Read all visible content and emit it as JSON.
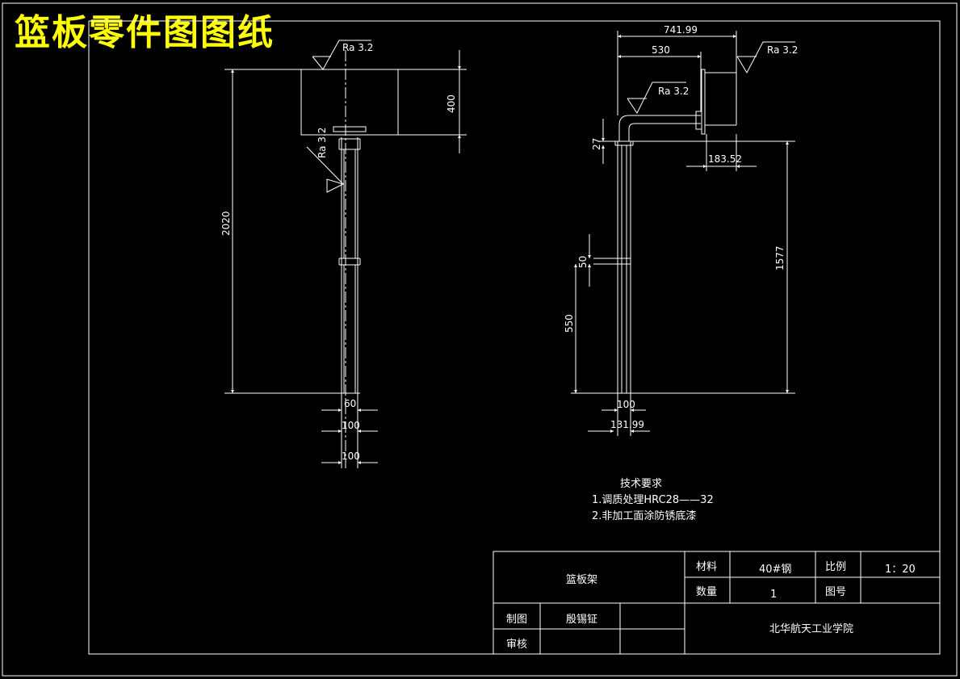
{
  "page": {
    "title": "篮板零件图图纸"
  },
  "left_view": {
    "roughness_top": "Ra 3.2",
    "roughness_side": "Ra 3.2",
    "dim_board_height": "400",
    "dim_total_height": "2020",
    "dim_width_60": "60",
    "dim_width_100_a": "100",
    "dim_width_100_b": "100"
  },
  "right_view": {
    "dim_overall": "741.99",
    "dim_arm": "530",
    "roughness_right": "Ra 3.2",
    "roughness_bend": "Ra 3.2",
    "dim_27": "27",
    "dim_183": "183.52",
    "dim_1577": "1577",
    "dim_50": "50",
    "dim_550": "550",
    "dim_100": "100",
    "dim_131": "131.99"
  },
  "tech_notes": {
    "heading": "技术要求",
    "items": [
      "1.调质处理HRC28——32",
      "2.非加工面涂防锈底漆"
    ]
  },
  "title_block": {
    "part_name": "篮板架",
    "material_label": "材料",
    "material_value": "40#钢",
    "scale_label": "比例",
    "scale_value": "1：20",
    "quantity_label": "数量",
    "quantity_value": "1",
    "drawing_no_label": "图号",
    "drawer_label": "制图",
    "drawer_name": "殷锡钲",
    "reviewer_label": "审核",
    "school": "北华航天工业学院"
  }
}
